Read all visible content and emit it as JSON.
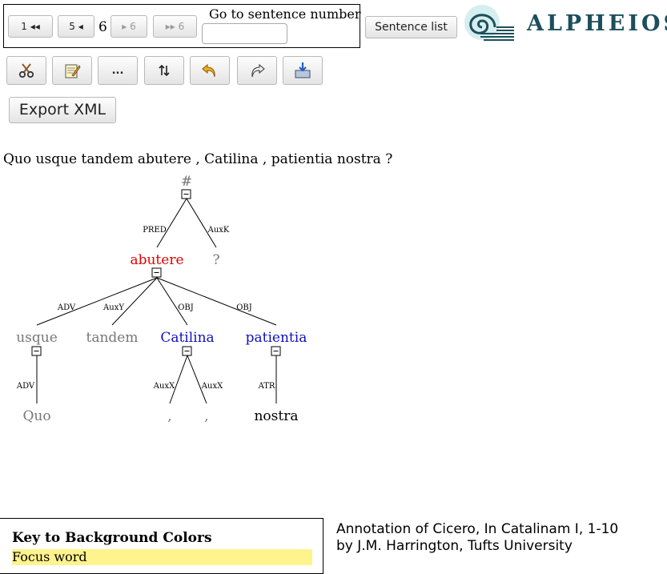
{
  "nav": {
    "first_label": "1 ◂◂",
    "prev_label": "5 ◂",
    "current": "6",
    "next_label": "▸ 6",
    "last_label": "▸▸ 6",
    "goto_label": "Go to sentence number",
    "goto_value": "",
    "sentence_list_label": "Sentence list"
  },
  "logo": {
    "text": "ALPHEIOS"
  },
  "toolbar": {
    "more_label": "...",
    "export_label": "Export XML"
  },
  "sentence": "Quo usque tandem abutere , Catilina , patientia nostra ?",
  "tree": {
    "root": "#",
    "nodes": {
      "abutere": "abutere",
      "question": "?",
      "usque": "usque",
      "tandem": "tandem",
      "catilina": "Catilina",
      "patientia": "patientia",
      "quo": "Quo",
      "comma1": ",",
      "comma2": ",",
      "nostra": "nostra"
    },
    "labels": {
      "pred": "PRED",
      "auxk": "AuxK",
      "adv1": "ADV",
      "auxy": "AuxY",
      "obj1": "OBJ",
      "obj2": "OBJ",
      "adv2": "ADV",
      "auxx1": "AuxX",
      "auxx2": "AuxX",
      "atr": "ATR"
    },
    "colors": {
      "focus": "#e00000",
      "link": "#1010c0",
      "muted": "#777777",
      "normal": "#000000"
    }
  },
  "legend": {
    "title": "Key to Background Colors",
    "focus_word": "Focus word",
    "focus_color": "#fff38d"
  },
  "credit": {
    "line1": "Annotation of Cicero, In Catalinam I, 1-10",
    "line2": "by J.M. Harrington, Tufts University"
  }
}
